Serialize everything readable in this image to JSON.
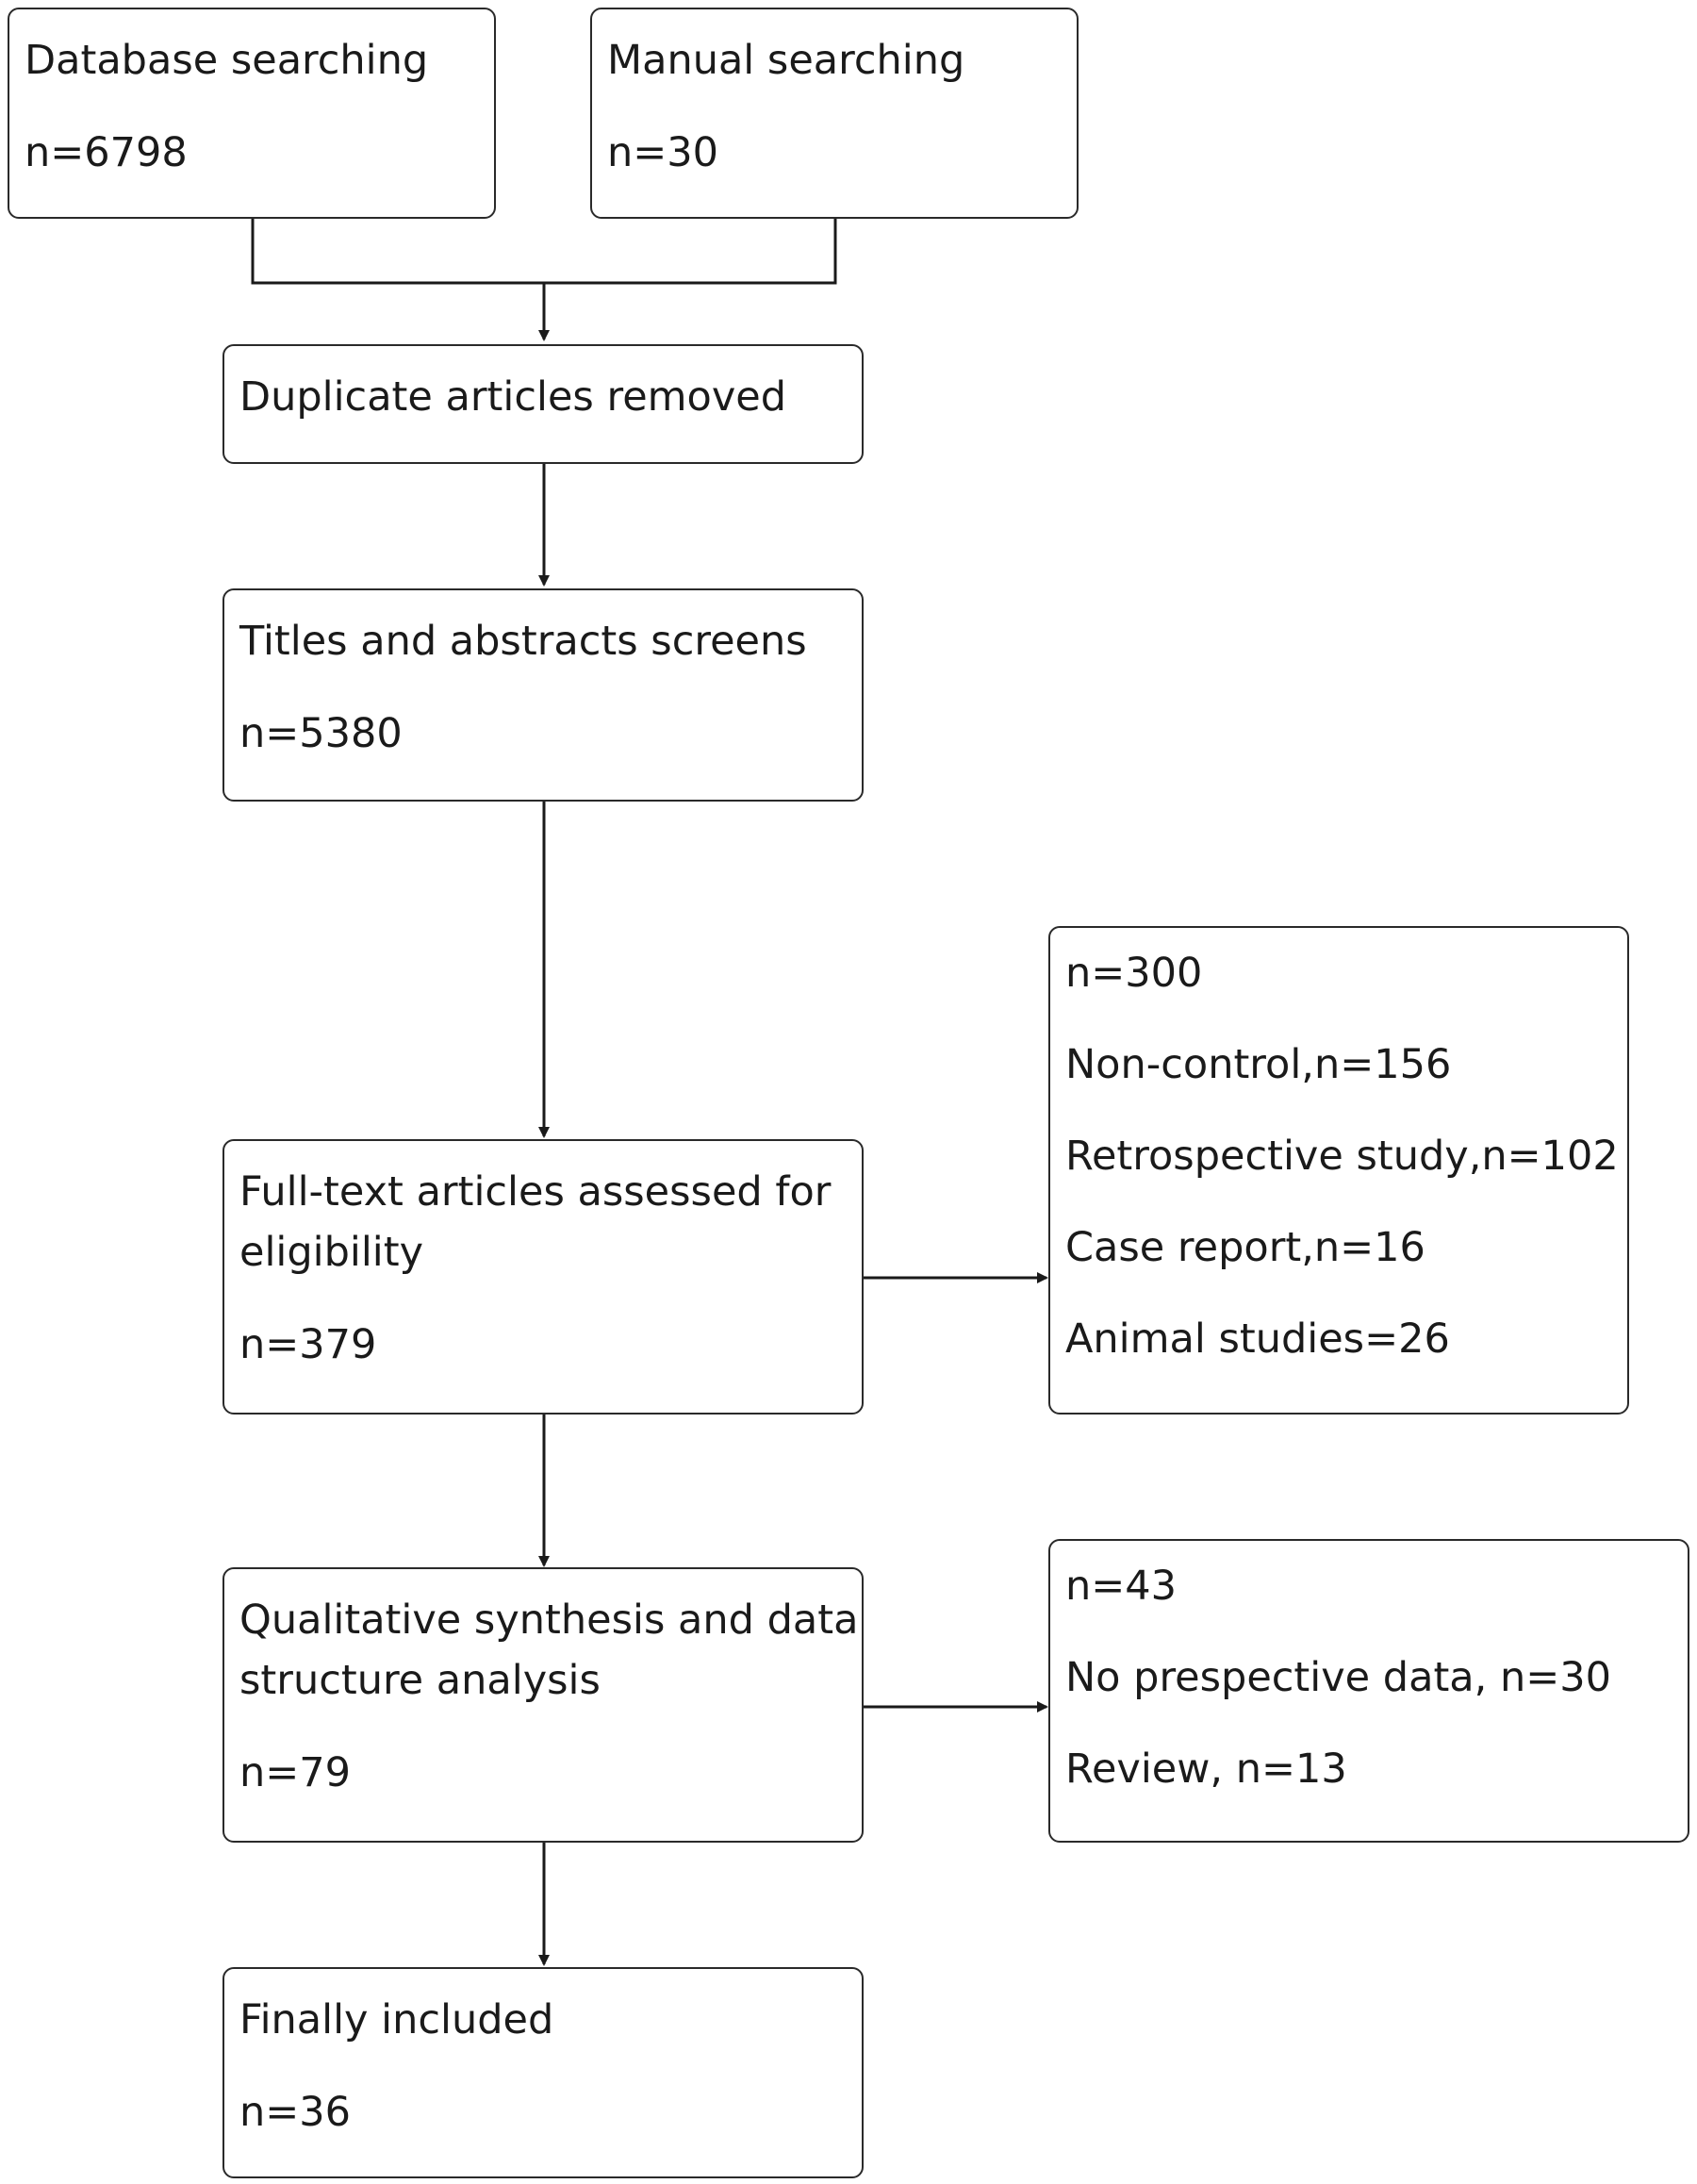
{
  "boxes": {
    "database": {
      "title": "Database searching",
      "count": "n=6798"
    },
    "manual": {
      "title": "Manual searching",
      "count": "n=30"
    },
    "duplicates": {
      "title": "Duplicate articles removed"
    },
    "screens": {
      "title": "Titles and abstracts screens",
      "count": "n=5380"
    },
    "fulltext": {
      "title_line1": "Full-text articles assessed for",
      "title_line2": "eligibility",
      "count": "n=379"
    },
    "excluded1": {
      "total": "n=300",
      "reasons": [
        "Non-control,n=156",
        "Retrospective study,n=102",
        "Case report,n=16",
        "Animal studies=26"
      ]
    },
    "qualitative": {
      "title_line1": "Qualitative synthesis and data",
      "title_line2": "structure analysis",
      "count": "n=79"
    },
    "excluded2": {
      "total": "n=43",
      "reasons": [
        "No prespective data, n=30",
        "Review, n=13"
      ]
    },
    "final": {
      "title": "Finally included",
      "count": "n=36"
    }
  }
}
